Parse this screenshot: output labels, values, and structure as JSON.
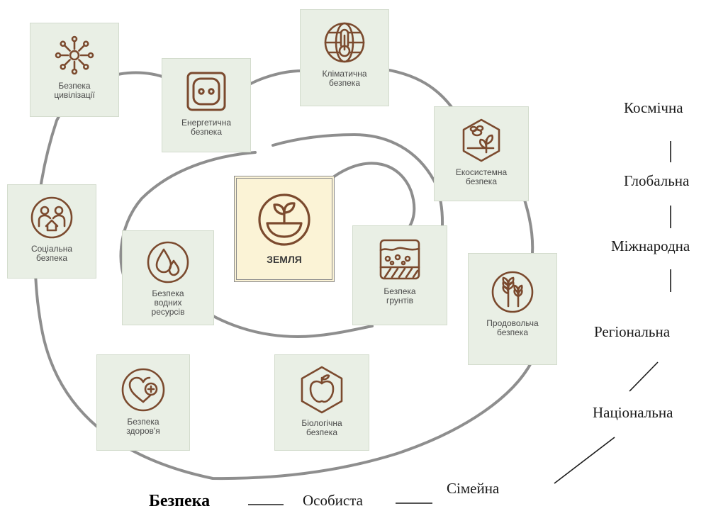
{
  "center": {
    "label": "ЗЕМЛЯ"
  },
  "nodes": {
    "civilization": "Безпека\nцивілізації",
    "energy": "Енергетична\nбезпека",
    "climate": "Кліматична\nбезпека",
    "ecosystem": "Екосистемна\nбезпека",
    "social": "Соціальна\nбезпека",
    "water": "Безпека\nводних\nресурсів",
    "soil": "Безпека\nгрунтів",
    "food": "Продовольча\nбезпека",
    "health": "Безпека\nздоров'я",
    "bio": "Біологічна\nбезпека"
  },
  "levels": {
    "cosmic": "Космічна",
    "global": "Глобальна",
    "international": "Міжнародна",
    "regional": "Регіональна",
    "national": "Національна",
    "family": "Сімейна",
    "personal": "Особиста",
    "title": "Безпека"
  },
  "colors": {
    "icon": "#7b4a2e",
    "card": "#e9efe5",
    "center_card": "#fbf3d6",
    "spiral": "#8e8e8e"
  },
  "icons": {
    "civilization": "people-circle-icon",
    "energy": "power-socket-icon",
    "climate": "globe-thermometer-icon",
    "ecosystem": "bee-sprout-hexagon-icon",
    "social": "people-house-icon",
    "water": "water-drops-icon",
    "soil": "soil-layers-icon",
    "food": "wheat-icon",
    "health": "heart-plus-icon",
    "bio": "apple-hexagon-icon",
    "center": "seedling-bowl-icon"
  }
}
